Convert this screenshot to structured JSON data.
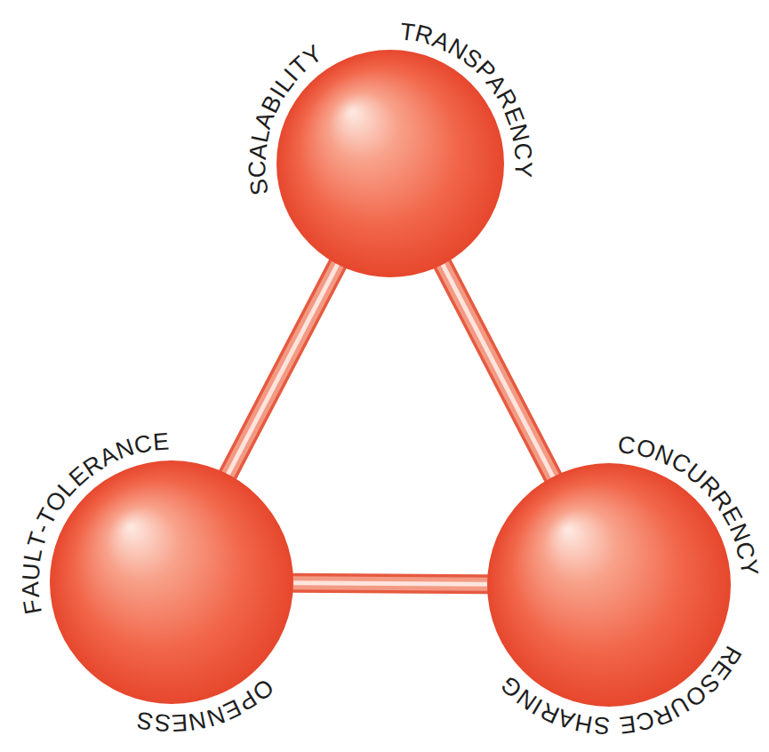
{
  "diagram": {
    "nodes": [
      {
        "text": [
          "SCALABILITY",
          "TRANSPARENCY"
        ]
      },
      {
        "text": [
          "FAULT-TOLERANCE",
          "OPENNESS"
        ]
      },
      {
        "text": [
          "CONCURRENCY",
          "RESOURCE SHARING"
        ]
      }
    ],
    "edges": [
      {
        "from": 0,
        "to": 1,
        "arrow": "none"
      },
      {
        "from": 0,
        "to": 2,
        "arrow": "none"
      },
      {
        "from": 1,
        "to": 2,
        "arrow": "none"
      }
    ]
  }
}
